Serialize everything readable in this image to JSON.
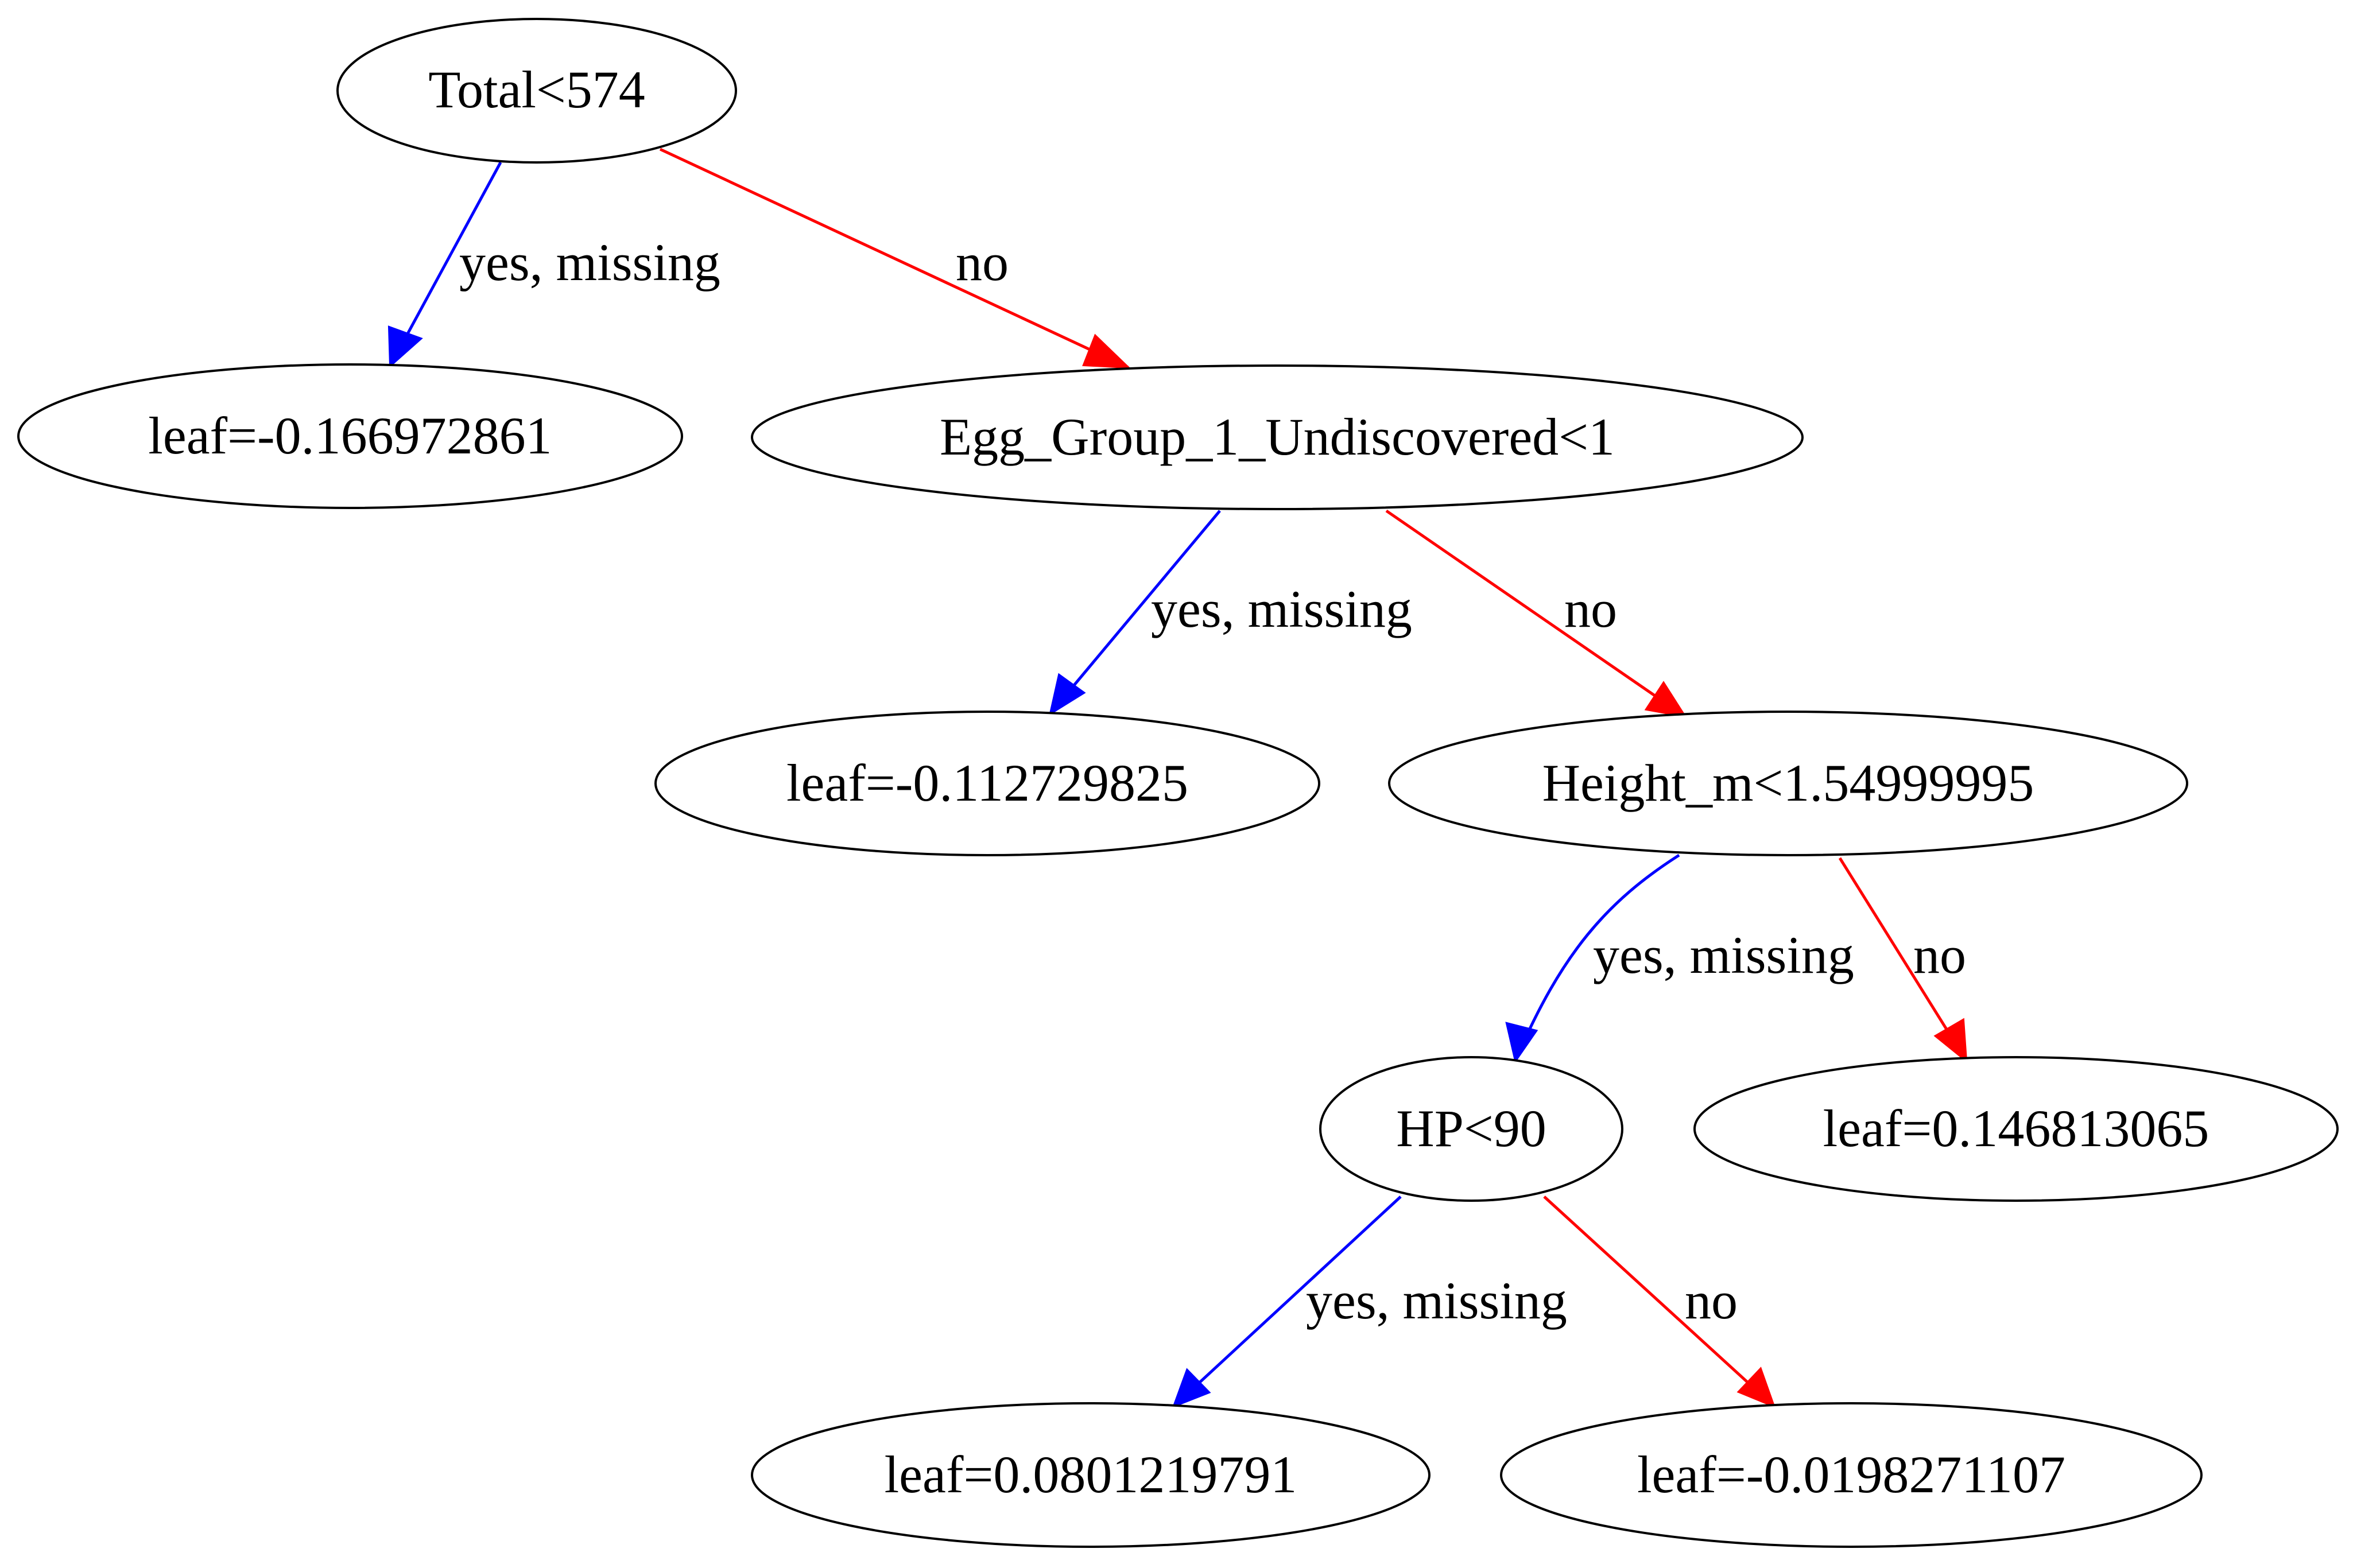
{
  "colors": {
    "yes_edge": "#0000ff",
    "no_edge": "#ff0000",
    "node_stroke": "#000000",
    "background": "#ffffff"
  },
  "nodes": {
    "n0": "Total<574",
    "n1": "leaf=-0.166972861",
    "n2": "Egg_Group_1_Undiscovered<1",
    "n3": "leaf=-0.112729825",
    "n4": "Height_m<1.54999995",
    "n5": "HP<90",
    "n6": "leaf=0.146813065",
    "n7": "leaf=0.0801219791",
    "n8": "leaf=-0.0198271107"
  },
  "edges": {
    "e01": "yes, missing",
    "e02": "no",
    "e23": "yes, missing",
    "e24": "no",
    "e45": "yes, missing",
    "e46": "no",
    "e57": "yes, missing",
    "e58": "no"
  }
}
